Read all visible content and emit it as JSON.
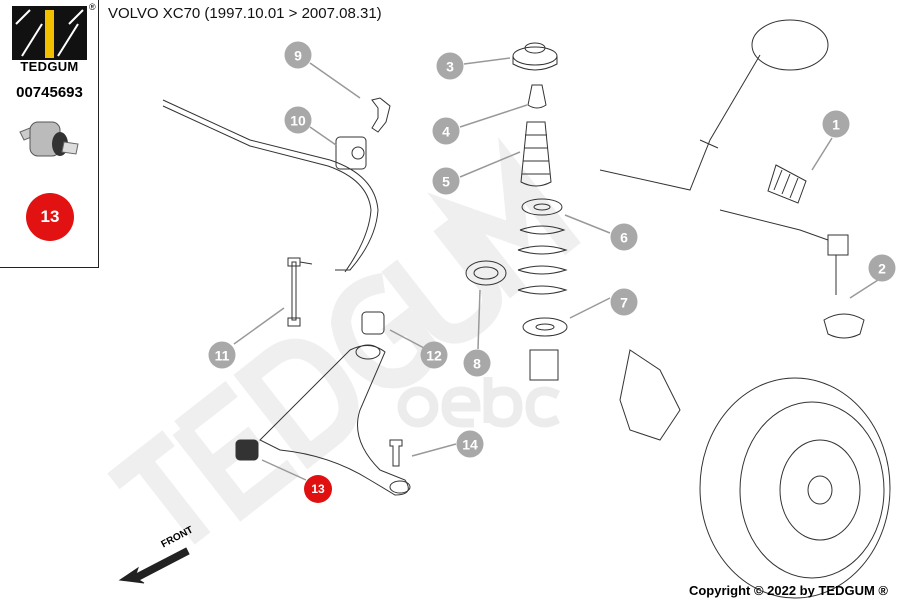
{
  "header": {
    "title": "VOLVO XC70 (1997.10.01 > 2007.08.31)"
  },
  "sidebar": {
    "brand": "TEDGUM",
    "registered_mark": "®",
    "part_number": "00745693",
    "position_badge": "13",
    "badge_color": "#e31212"
  },
  "callouts": [
    {
      "label": "1"
    },
    {
      "label": "2"
    },
    {
      "label": "3"
    },
    {
      "label": "4"
    },
    {
      "label": "5"
    },
    {
      "label": "6"
    },
    {
      "label": "7"
    },
    {
      "label": "8"
    },
    {
      "label": "9"
    },
    {
      "label": "10"
    },
    {
      "label": "11"
    },
    {
      "label": "12"
    },
    {
      "label": "13"
    },
    {
      "label": "14"
    }
  ],
  "direction_label": "FRONT",
  "watermark": {
    "main": "TEDGUM",
    "secondary": "oebc"
  },
  "footer": {
    "copyright": "Copyright © 2022 by TEDGUM ®"
  }
}
